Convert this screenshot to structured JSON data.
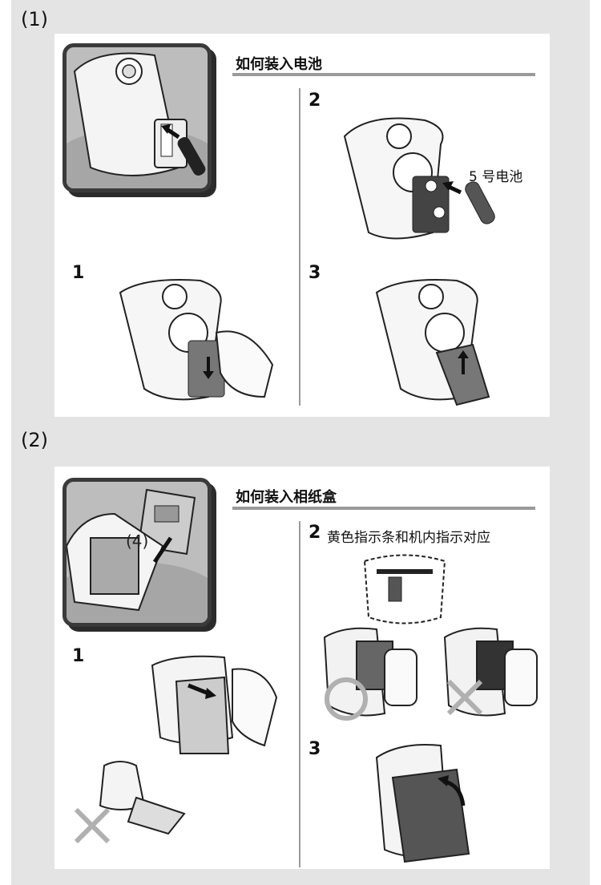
{
  "section1": {
    "label": "(1)",
    "title": "如何装入电池",
    "steps": [
      {
        "number": "1"
      },
      {
        "number": "2",
        "callout": "5 号电池"
      },
      {
        "number": "3"
      }
    ]
  },
  "section2": {
    "label": "(2)",
    "title": "如何装入相纸盒",
    "thumb_marker": "(4)",
    "steps": [
      {
        "number": "1"
      },
      {
        "number": "2",
        "caption": "黄色指示条和机内指示对应"
      },
      {
        "number": "3"
      }
    ]
  },
  "marks": {
    "correct": "circle",
    "incorrect": "cross"
  }
}
